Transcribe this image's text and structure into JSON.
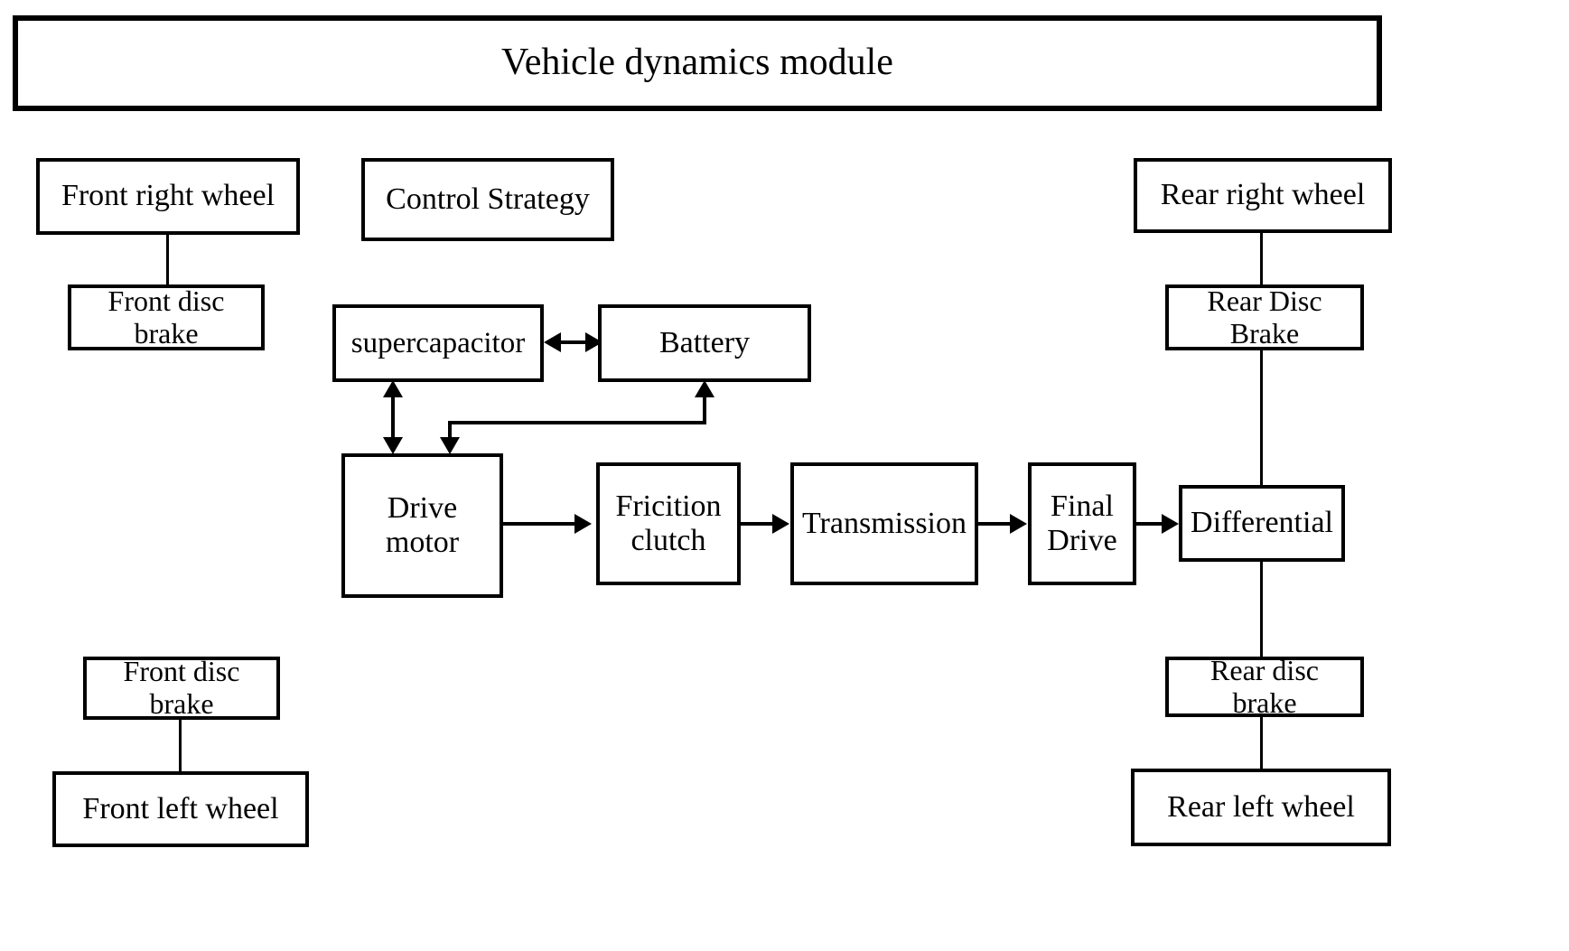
{
  "diagram": {
    "title": "Vehicle dynamics module",
    "nodes": {
      "title_module": "Vehicle dynamics module",
      "front_right_wheel": "Front right wheel",
      "front_disc_brake_right": "Front disc\nbrake",
      "control_strategy": "Control Strategy",
      "supercapacitor": "supercapacitor",
      "battery": "Battery",
      "drive_motor": "Drive\nmotor",
      "friction_clutch": "Fricition\nclutch",
      "transmission": "Transmission",
      "final_drive": "Final\nDrive",
      "differential": "Differential",
      "rear_right_wheel": "Rear right wheel",
      "rear_disc_brake_right": "Rear Disc\nBrake",
      "rear_disc_brake_left": "Rear disc\nbrake",
      "rear_left_wheel": "Rear left wheel",
      "front_disc_brake_left": "Front disc\nbrake",
      "front_left_wheel": "Front left wheel"
    },
    "edges": [
      {
        "from": "front_right_wheel",
        "to": "front_disc_brake_right",
        "style": "plain-line"
      },
      {
        "from": "front_disc_brake_left",
        "to": "front_left_wheel",
        "style": "plain-line"
      },
      {
        "from": "supercapacitor",
        "to": "battery",
        "style": "double-arrow-horizontal"
      },
      {
        "from": "supercapacitor",
        "to": "drive_motor",
        "style": "double-arrow-vertical"
      },
      {
        "from": "drive_motor",
        "to": "battery",
        "style": "elbow-arrow"
      },
      {
        "from": "drive_motor",
        "to": "friction_clutch",
        "style": "arrow-right"
      },
      {
        "from": "friction_clutch",
        "to": "transmission",
        "style": "arrow-right"
      },
      {
        "from": "transmission",
        "to": "final_drive",
        "style": "arrow-right"
      },
      {
        "from": "final_drive",
        "to": "differential",
        "style": "arrow-right"
      },
      {
        "from": "rear_right_wheel",
        "to": "rear_disc_brake_right",
        "style": "plain-line"
      },
      {
        "from": "rear_disc_brake_right",
        "to": "differential",
        "style": "plain-line"
      },
      {
        "from": "differential",
        "to": "rear_disc_brake_left",
        "style": "plain-line"
      },
      {
        "from": "rear_disc_brake_left",
        "to": "rear_left_wheel",
        "style": "plain-line"
      }
    ],
    "colors": {
      "stroke": "#000000",
      "fill": "#ffffff",
      "text": "#000000"
    }
  }
}
